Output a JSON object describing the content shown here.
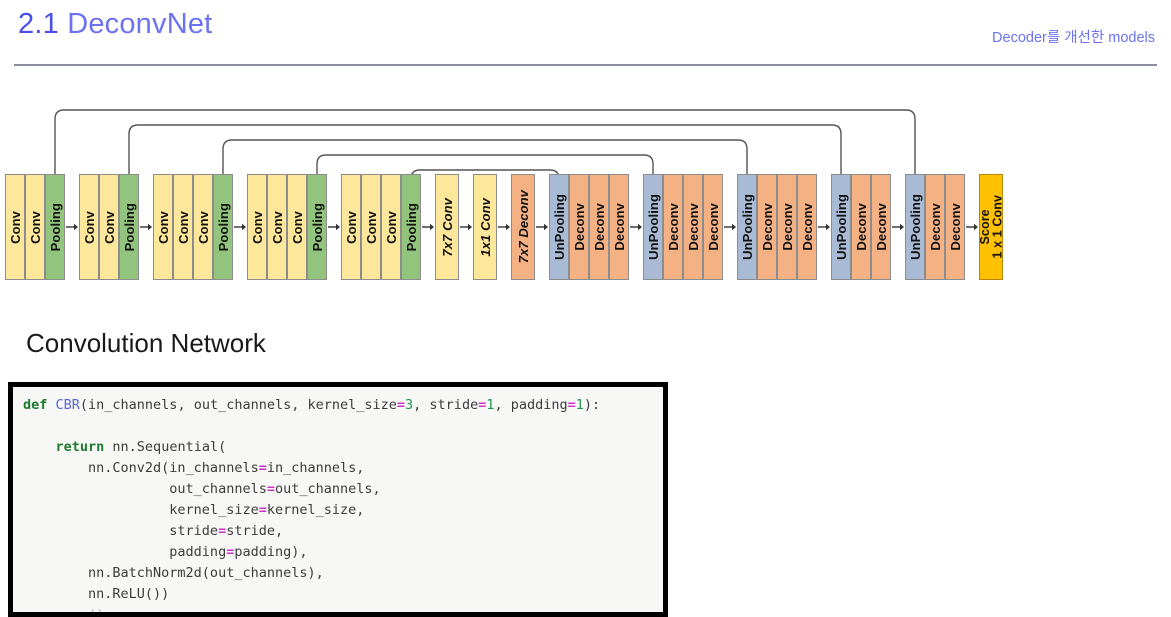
{
  "header": {
    "title_number": "2.1",
    "title_name": "DeconvNet",
    "tag": "Decoder를 개선한 models",
    "title_color": "#6d72f0",
    "rule_color": "#8b90a0"
  },
  "section": {
    "heading": "Convolution Network"
  },
  "architecture": {
    "colors": {
      "conv": "#fde79a",
      "pooling": "#93c47d",
      "deconv": "#f4b183",
      "unpooling": "#a9bad4",
      "score": "#ffc000",
      "border": "#8c8c8c",
      "arrow": "#333333",
      "skip": "#555555"
    },
    "groups": [
      {
        "name": "encoder-stage-1",
        "blocks": [
          {
            "label": "Conv",
            "kind": "conv"
          },
          {
            "label": "Conv",
            "kind": "conv"
          },
          {
            "label": "Pooling",
            "kind": "pooling"
          }
        ]
      },
      {
        "name": "encoder-stage-2",
        "blocks": [
          {
            "label": "Conv",
            "kind": "conv"
          },
          {
            "label": "Conv",
            "kind": "conv"
          },
          {
            "label": "Pooling",
            "kind": "pooling"
          }
        ]
      },
      {
        "name": "encoder-stage-3",
        "blocks": [
          {
            "label": "Conv",
            "kind": "conv"
          },
          {
            "label": "Conv",
            "kind": "conv"
          },
          {
            "label": "Conv",
            "kind": "conv"
          },
          {
            "label": "Pooling",
            "kind": "pooling"
          }
        ]
      },
      {
        "name": "encoder-stage-4",
        "blocks": [
          {
            "label": "Conv",
            "kind": "conv"
          },
          {
            "label": "Conv",
            "kind": "conv"
          },
          {
            "label": "Conv",
            "kind": "conv"
          },
          {
            "label": "Pooling",
            "kind": "pooling"
          }
        ]
      },
      {
        "name": "encoder-stage-5",
        "blocks": [
          {
            "label": "Conv",
            "kind": "conv"
          },
          {
            "label": "Conv",
            "kind": "conv"
          },
          {
            "label": "Conv",
            "kind": "conv"
          },
          {
            "label": "Pooling",
            "kind": "pooling"
          }
        ]
      },
      {
        "name": "bottleneck-7x7-conv",
        "blocks": [
          {
            "label": "7x7 Conv",
            "kind": "conv",
            "italic": true
          }
        ]
      },
      {
        "name": "bottleneck-1x1-conv",
        "blocks": [
          {
            "label": "1x1 Conv",
            "kind": "conv",
            "italic": true
          }
        ]
      },
      {
        "name": "bottleneck-7x7-deconv",
        "blocks": [
          {
            "label": "7x7 Deconv",
            "kind": "deconv",
            "italic": true
          }
        ]
      },
      {
        "name": "decoder-stage-1",
        "blocks": [
          {
            "label": "UnPooling",
            "kind": "unpooling"
          },
          {
            "label": "Deconv",
            "kind": "deconv"
          },
          {
            "label": "Deconv",
            "kind": "deconv"
          },
          {
            "label": "Deconv",
            "kind": "deconv"
          }
        ]
      },
      {
        "name": "decoder-stage-2",
        "blocks": [
          {
            "label": "UnPooling",
            "kind": "unpooling"
          },
          {
            "label": "Deconv",
            "kind": "deconv"
          },
          {
            "label": "Deconv",
            "kind": "deconv"
          },
          {
            "label": "Deconv",
            "kind": "deconv"
          }
        ]
      },
      {
        "name": "decoder-stage-3",
        "blocks": [
          {
            "label": "UnPooling",
            "kind": "unpooling"
          },
          {
            "label": "Deconv",
            "kind": "deconv"
          },
          {
            "label": "Deconv",
            "kind": "deconv"
          },
          {
            "label": "Deconv",
            "kind": "deconv"
          }
        ]
      },
      {
        "name": "decoder-stage-4",
        "blocks": [
          {
            "label": "UnPooling",
            "kind": "unpooling"
          },
          {
            "label": "Deconv",
            "kind": "deconv"
          },
          {
            "label": "Deconv",
            "kind": "deconv"
          }
        ]
      },
      {
        "name": "decoder-stage-5",
        "blocks": [
          {
            "label": "UnPooling",
            "kind": "unpooling"
          },
          {
            "label": "Deconv",
            "kind": "deconv"
          },
          {
            "label": "Deconv",
            "kind": "deconv"
          }
        ]
      },
      {
        "name": "score-layer",
        "blocks": [
          {
            "label": "Score\n1 x 1 Conv",
            "kind": "score",
            "score": true
          }
        ]
      }
    ],
    "skip_connections": [
      {
        "from": "encoder-stage-1-pooling",
        "to": "decoder-stage-5-unpooling"
      },
      {
        "from": "encoder-stage-2-pooling",
        "to": "decoder-stage-4-unpooling"
      },
      {
        "from": "encoder-stage-3-pooling",
        "to": "decoder-stage-3-unpooling"
      },
      {
        "from": "encoder-stage-4-pooling",
        "to": "decoder-stage-2-unpooling"
      },
      {
        "from": "encoder-stage-5-pooling",
        "to": "decoder-stage-1-unpooling"
      }
    ]
  },
  "code": {
    "language": "python",
    "lines": [
      [
        {
          "t": "def ",
          "c": "kw"
        },
        {
          "t": "CBR",
          "c": "fn"
        },
        {
          "t": "(in_channels, out_channels, kernel_size"
        },
        {
          "t": "=",
          "c": "op"
        },
        {
          "t": "3",
          "c": "num"
        },
        {
          "t": ", stride"
        },
        {
          "t": "=",
          "c": "op"
        },
        {
          "t": "1",
          "c": "num"
        },
        {
          "t": ", padding"
        },
        {
          "t": "=",
          "c": "op"
        },
        {
          "t": "1",
          "c": "num"
        },
        {
          "t": "):"
        }
      ],
      [
        {
          "t": ""
        }
      ],
      [
        {
          "t": "    "
        },
        {
          "t": "return ",
          "c": "kw"
        },
        {
          "t": "nn.Sequential("
        }
      ],
      [
        {
          "t": "        nn.Conv2d(in_channels"
        },
        {
          "t": "=",
          "c": "op"
        },
        {
          "t": "in_channels,"
        }
      ],
      [
        {
          "t": "                  out_channels"
        },
        {
          "t": "=",
          "c": "op"
        },
        {
          "t": "out_channels,"
        }
      ],
      [
        {
          "t": "                  kernel_size"
        },
        {
          "t": "=",
          "c": "op"
        },
        {
          "t": "kernel_size,"
        }
      ],
      [
        {
          "t": "                  stride"
        },
        {
          "t": "=",
          "c": "op"
        },
        {
          "t": "stride,"
        }
      ],
      [
        {
          "t": "                  padding"
        },
        {
          "t": "=",
          "c": "op"
        },
        {
          "t": "padding),"
        }
      ],
      [
        {
          "t": "        nn.BatchNorm2d(out_channels),"
        }
      ],
      [
        {
          "t": "        nn.ReLU())"
        }
      ],
      [
        {
          "t": "        ()",
          "c": "faint"
        }
      ]
    ]
  }
}
